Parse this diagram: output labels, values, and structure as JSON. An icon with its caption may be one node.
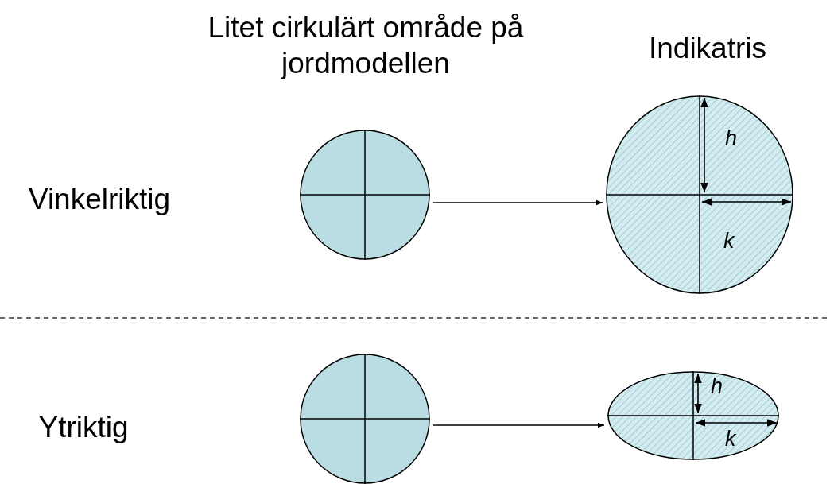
{
  "diagram": {
    "nodes": [
      {
        "text": [],
        "shape": "circle"
      },
      {
        "text": [
          "h",
          "k"
        ]
      },
      {
        "text": [],
        "shape": "circle"
      },
      {
        "text": [
          "h",
          "k"
        ]
      }
    ],
    "edges": [
      {
        "from": 0,
        "to": 1,
        "arrow": "to"
      },
      {
        "from": 2,
        "to": 3,
        "arrow": "to"
      }
    ],
    "labels": [
      "Litet cirkulärt område på jordmodellen",
      "Indikatris",
      "Vinkelriktig",
      "Ytriktig"
    ]
  }
}
